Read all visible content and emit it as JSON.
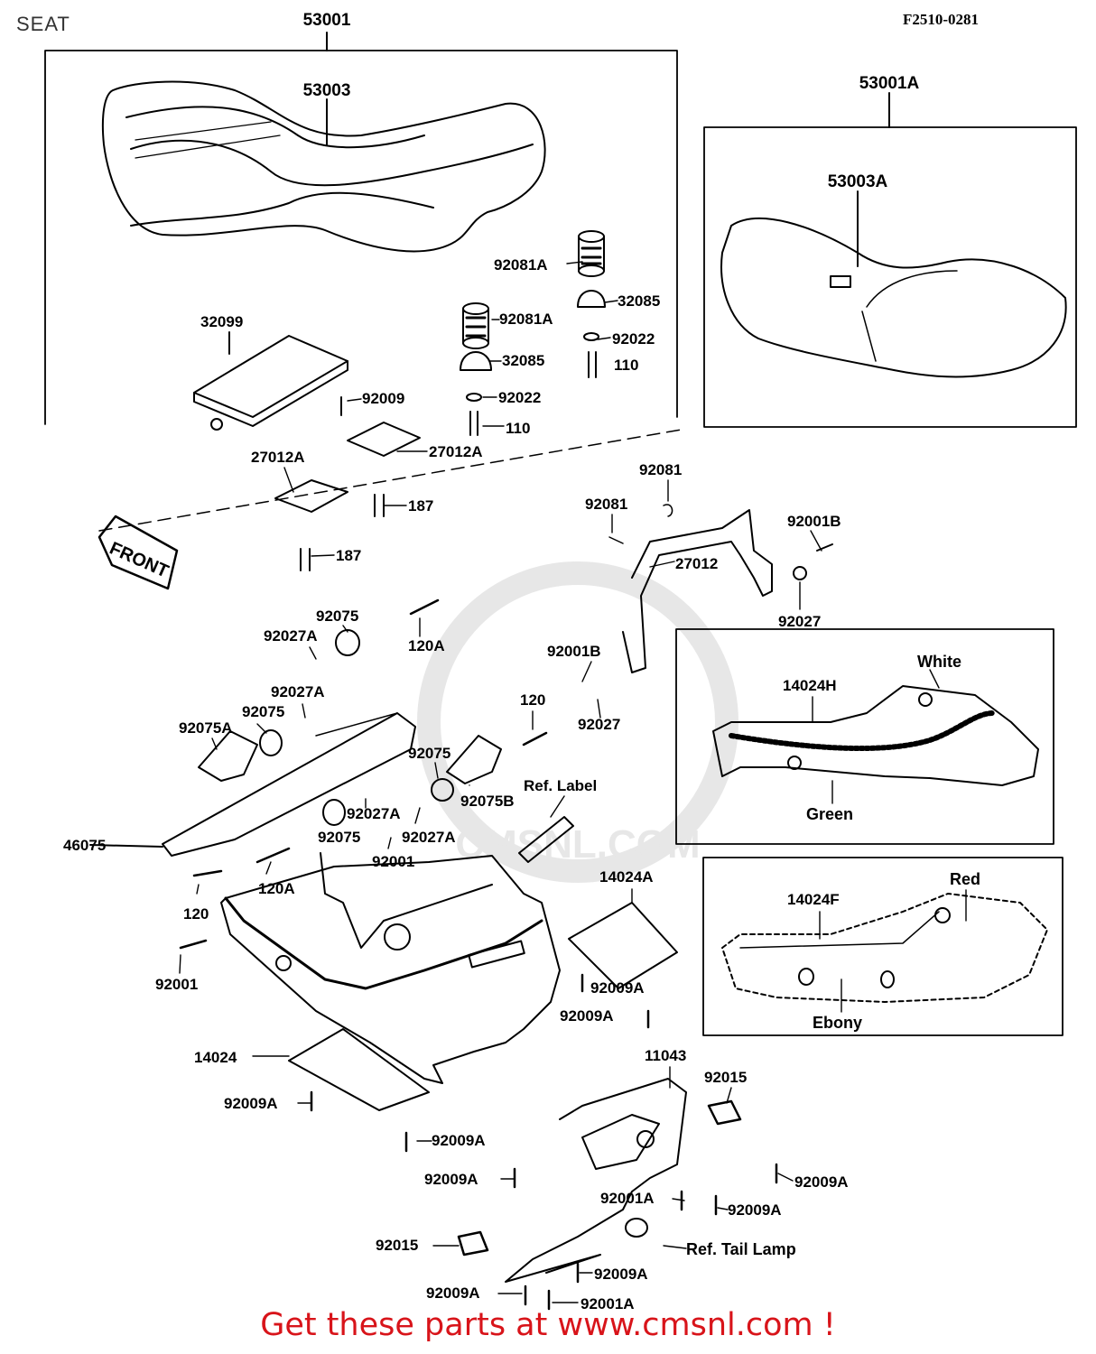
{
  "header": {
    "title": "SEAT",
    "diagram_code": "F2510-0281"
  },
  "footer": {
    "cta": "Get these parts at www.cmsnl.com !"
  },
  "watermark": {
    "text": "CMSNL.COM",
    "color": "#cccccc"
  },
  "colors": {
    "cta": "#d8141a",
    "line": "#000000"
  },
  "labels": [
    {
      "id": "l53001",
      "text": "53001"
    },
    {
      "id": "l53003",
      "text": "53003"
    },
    {
      "id": "l53001A",
      "text": "53001A"
    },
    {
      "id": "l53003A",
      "text": "53003A"
    },
    {
      "id": "l92081A_1",
      "text": "92081A"
    },
    {
      "id": "l32085_1",
      "text": "32085"
    },
    {
      "id": "l92022_1",
      "text": "92022"
    },
    {
      "id": "l110_1",
      "text": "110"
    },
    {
      "id": "l92081A_2",
      "text": "92081A"
    },
    {
      "id": "l32085_2",
      "text": "32085"
    },
    {
      "id": "l92022_2",
      "text": "92022"
    },
    {
      "id": "l110_2",
      "text": "110"
    },
    {
      "id": "l32099",
      "text": "32099"
    },
    {
      "id": "l92009",
      "text": "92009"
    },
    {
      "id": "l27012A_1",
      "text": "27012A"
    },
    {
      "id": "l27012A_2",
      "text": "27012A"
    },
    {
      "id": "l187_1",
      "text": "187"
    },
    {
      "id": "l187_2",
      "text": "187"
    },
    {
      "id": "l92081_1",
      "text": "92081"
    },
    {
      "id": "l92081_2",
      "text": "92081"
    },
    {
      "id": "l27012",
      "text": "27012"
    },
    {
      "id": "l92001B_1",
      "text": "92001B"
    },
    {
      "id": "l92027_1",
      "text": "92027"
    },
    {
      "id": "l92075_1",
      "text": "92075"
    },
    {
      "id": "l92027A_1",
      "text": "92027A"
    },
    {
      "id": "l120A_1",
      "text": "120A"
    },
    {
      "id": "l92027A_2",
      "text": "92027A"
    },
    {
      "id": "l92075_2",
      "text": "92075"
    },
    {
      "id": "l92075A",
      "text": "92075A"
    },
    {
      "id": "l92001B_2",
      "text": "92001B"
    },
    {
      "id": "l120_1",
      "text": "120"
    },
    {
      "id": "l92027_2",
      "text": "92027"
    },
    {
      "id": "l92075_3",
      "text": "92075"
    },
    {
      "id": "l92075B",
      "text": "92075B"
    },
    {
      "id": "lRefLabel",
      "text": "Ref. Label"
    },
    {
      "id": "l92027A_3",
      "text": "92027A"
    },
    {
      "id": "l92027A_4",
      "text": "92027A"
    },
    {
      "id": "l92075_4",
      "text": "92075"
    },
    {
      "id": "l92001_1",
      "text": "92001"
    },
    {
      "id": "l46075",
      "text": "46075"
    },
    {
      "id": "l120A_2",
      "text": "120A"
    },
    {
      "id": "l120_2",
      "text": "120"
    },
    {
      "id": "l92001_2",
      "text": "92001"
    },
    {
      "id": "l14024A",
      "text": "14024A"
    },
    {
      "id": "l92009A_1",
      "text": "92009A"
    },
    {
      "id": "l92009A_2",
      "text": "92009A"
    },
    {
      "id": "l14024",
      "text": "14024"
    },
    {
      "id": "l92009A_3",
      "text": "92009A"
    },
    {
      "id": "lWhite",
      "text": "White"
    },
    {
      "id": "l14024H",
      "text": "14024H"
    },
    {
      "id": "lGreen",
      "text": "Green"
    },
    {
      "id": "l14024F",
      "text": "14024F"
    },
    {
      "id": "lRed",
      "text": "Red"
    },
    {
      "id": "lEbony",
      "text": "Ebony"
    },
    {
      "id": "l11043",
      "text": "11043"
    },
    {
      "id": "l92015_1",
      "text": "92015"
    },
    {
      "id": "l92009A_4",
      "text": "92009A"
    },
    {
      "id": "l92009A_5",
      "text": "92009A"
    },
    {
      "id": "l92009A_6",
      "text": "92009A"
    },
    {
      "id": "l92001A_1",
      "text": "92001A"
    },
    {
      "id": "l92009A_7",
      "text": "92009A"
    },
    {
      "id": "l92015_2",
      "text": "92015"
    },
    {
      "id": "lRefTail",
      "text": "Ref. Tail Lamp"
    },
    {
      "id": "l92009A_8",
      "text": "92009A"
    },
    {
      "id": "l92009A_9",
      "text": "92009A"
    },
    {
      "id": "l92001A_2",
      "text": "92001A"
    },
    {
      "id": "lFront",
      "text": "FRONT"
    }
  ]
}
